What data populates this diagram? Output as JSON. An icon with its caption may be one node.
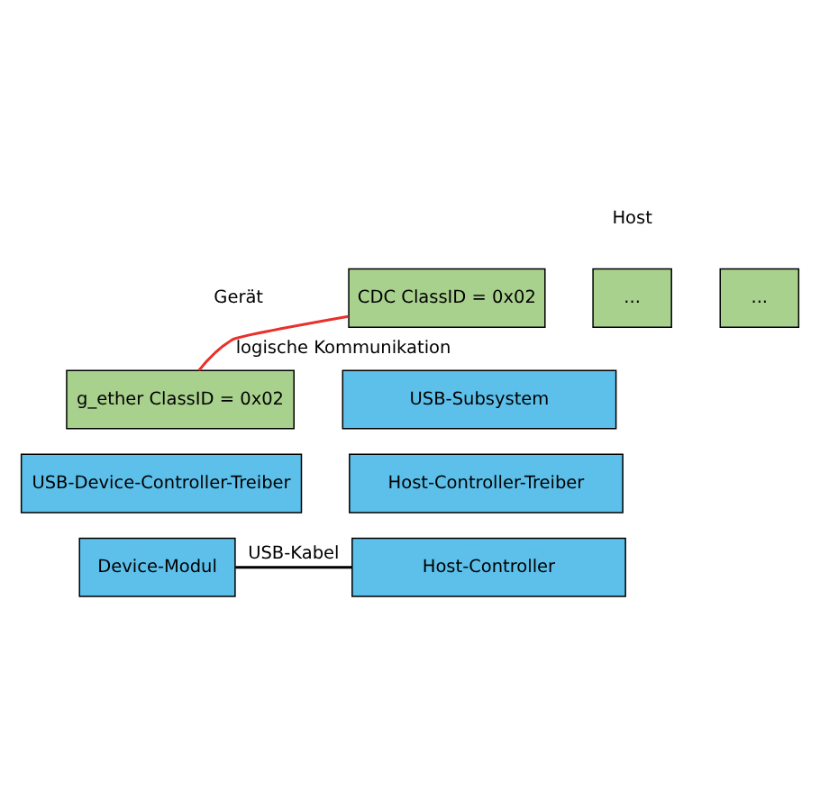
{
  "diagram": {
    "nodes": [
      {
        "text": [
          "CDC ClassID = 0x02"
        ]
      },
      {
        "text": [
          "..."
        ]
      },
      {
        "text": [
          "..."
        ]
      },
      {
        "text": [
          "g_ether ClassID = 0x02"
        ]
      },
      {
        "text": [
          "USB-Subsystem"
        ]
      },
      {
        "text": [
          "USB-Device-Controller-Treiber"
        ]
      },
      {
        "text": [
          "Host-Controller-Treiber"
        ]
      },
      {
        "text": [
          "Device-Modul"
        ]
      },
      {
        "text": [
          "Host-Controller"
        ]
      }
    ],
    "edges": [
      {
        "from": 3,
        "to": 0,
        "arrow": "none",
        "label": "logische Kommunikation",
        "color": "#e8312b"
      },
      {
        "from": 7,
        "to": 8,
        "arrow": "none",
        "label": "USB-Kabel",
        "color": "#000000"
      }
    ],
    "labels": [
      "Host",
      "Gerät"
    ]
  }
}
